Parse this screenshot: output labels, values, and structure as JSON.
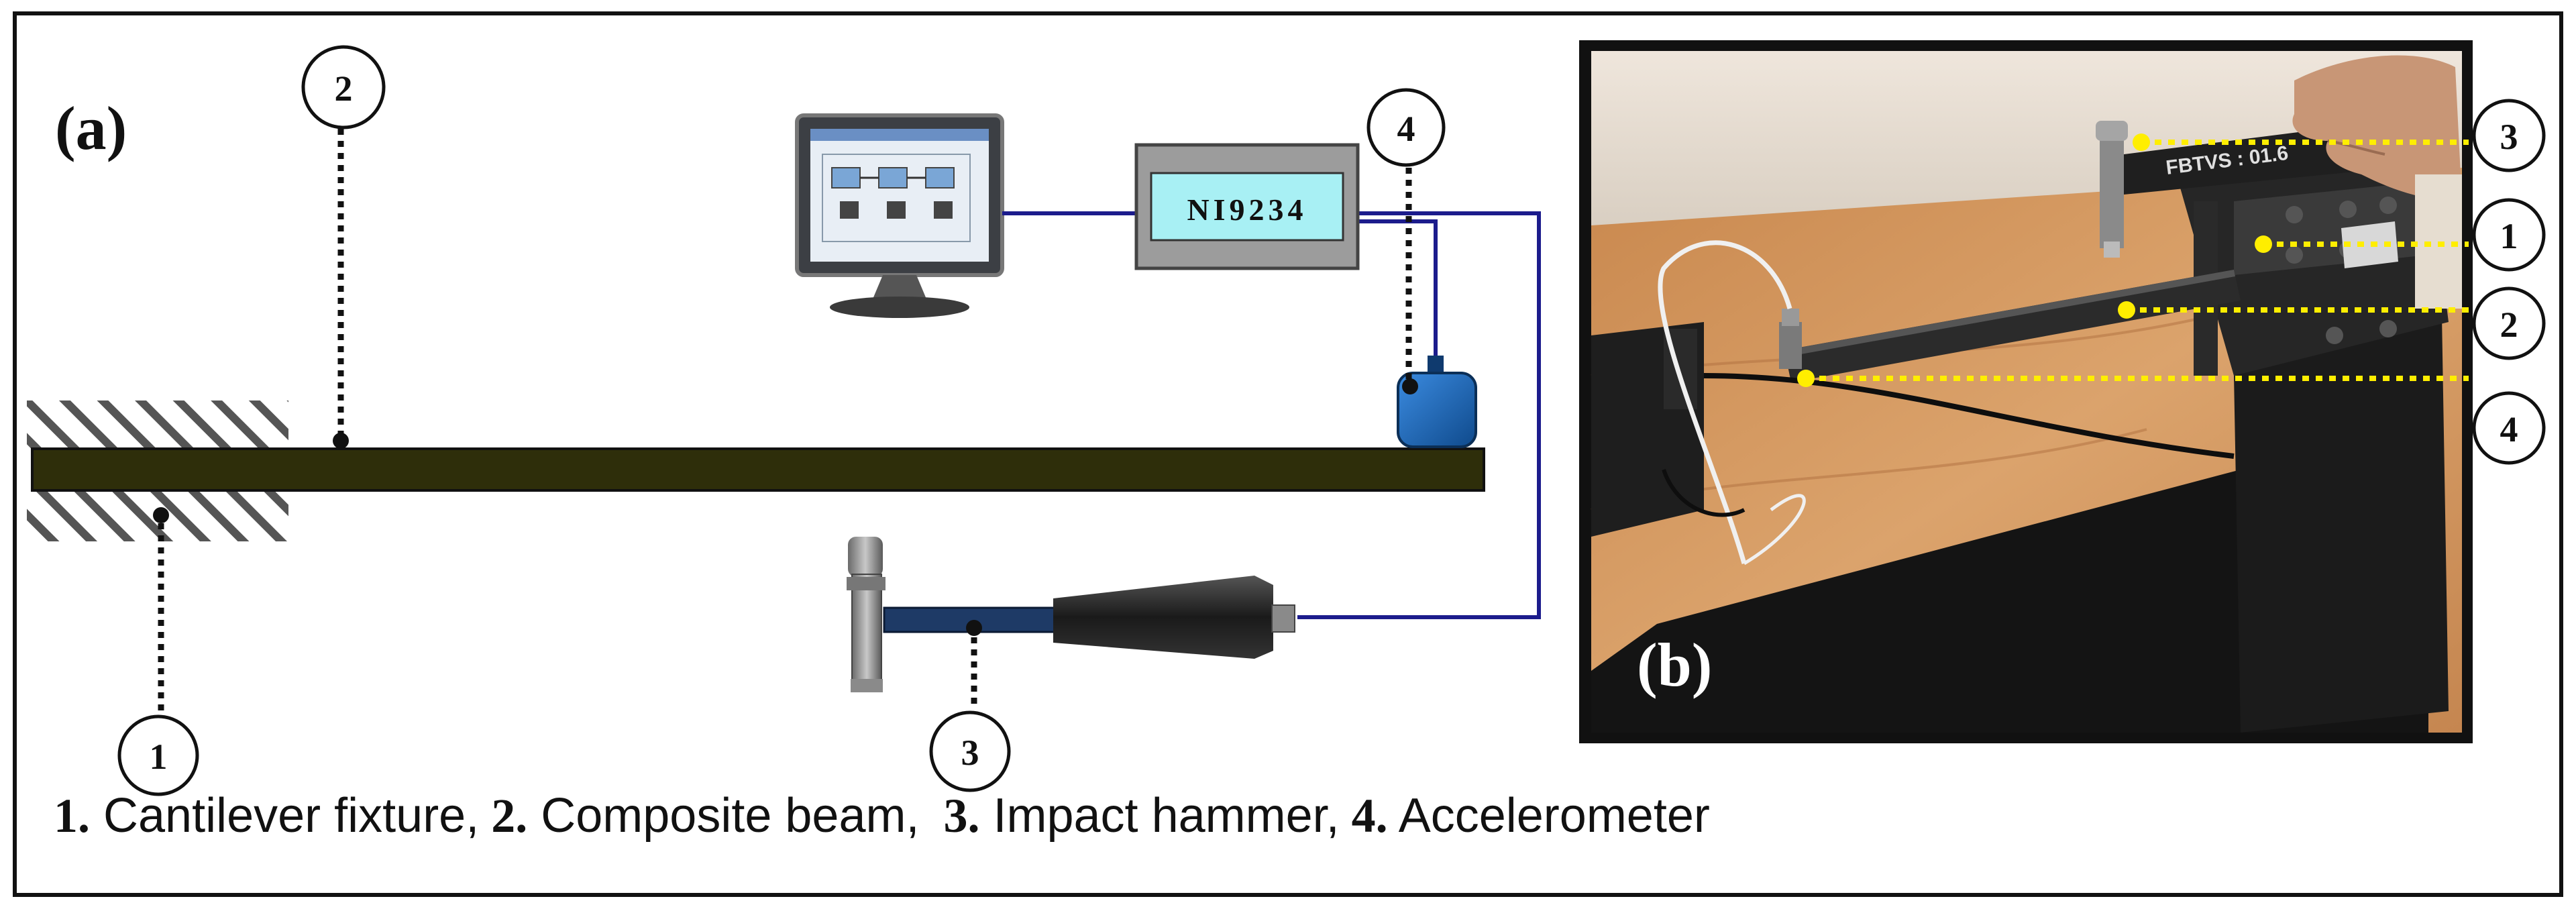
{
  "panel_a": {
    "label": "(a)",
    "daq_label": "NI9234",
    "callouts": {
      "c1": "1",
      "c2": "2",
      "c3": "3",
      "c4": "4"
    }
  },
  "panel_b": {
    "label": "(b)",
    "hammer_text": "FBTVS : 01.6",
    "callouts": {
      "r3": "3",
      "r1": "1",
      "r2": "2",
      "r4": "4"
    }
  },
  "caption": {
    "n1": "1.",
    "t1": " Cantilever fixture,",
    "n2": " 2.",
    "t2": " Composite beam,",
    "n3": "  3.",
    "t3": " Impact hammer,",
    "n4": " 4.",
    "t4": " Accelerometer"
  },
  "colors": {
    "beam": "#2e2e0a",
    "cable": "#1c1c8c",
    "daq_screen": "#a8f0f4",
    "accelerometer": "#1f6fc0",
    "callout_line": "#111111",
    "photo_callout": "#ffee00"
  }
}
